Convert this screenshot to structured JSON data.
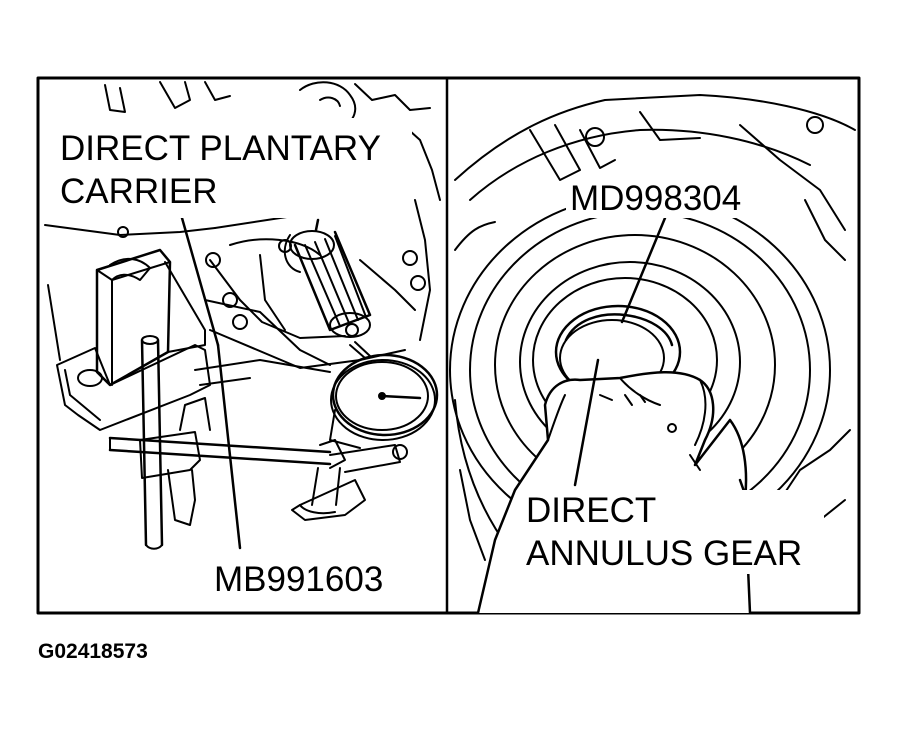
{
  "figure_id": "G02418573",
  "left_panel": {
    "callout_carrier_line1": "DIRECT PLANTARY",
    "callout_carrier_line2": "CARRIER",
    "callout_tool": "MB991603"
  },
  "right_panel": {
    "callout_tool": "MD998304",
    "callout_gear_line1": "DIRECT",
    "callout_gear_line2": "ANNULUS GEAR"
  },
  "colors": {
    "ink": "#000000",
    "paper": "#ffffff"
  }
}
